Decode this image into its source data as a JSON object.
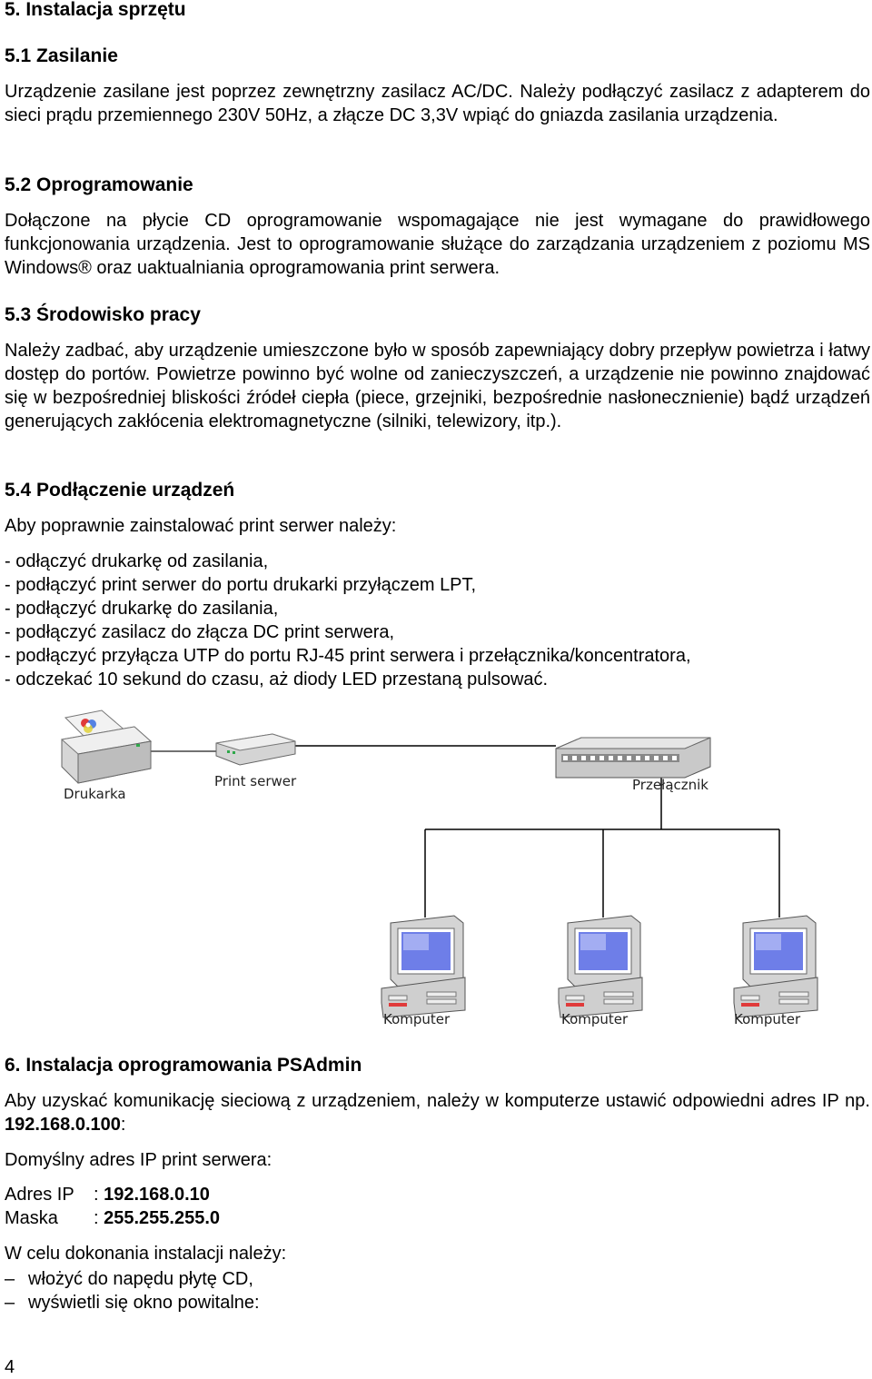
{
  "s5": {
    "title": "5. Instalacja sprzętu",
    "s51": {
      "title": "5.1 Zasilanie",
      "text": "Urządzenie zasilane jest poprzez zewnętrzny zasilacz AC/DC. Należy podłączyć zasilacz z adapterem do sieci prądu przemiennego 230V 50Hz, a złącze DC 3,3V wpiąć do gniazda zasilania urządzenia."
    },
    "s52": {
      "title": "5.2 Oprogramowanie",
      "text": "Dołączone na płycie CD  oprogramowanie wspomagające nie jest wymagane do prawidłowego funkcjonowania urządzenia. Jest to oprogramowanie służące do zarządzania urządzeniem z poziomu MS Windows® oraz uaktualniania oprogramowania print serwera."
    },
    "s53": {
      "title": "5.3 Środowisko pracy",
      "text": "Należy zadbać, aby urządzenie umieszczone było w sposób zapewniający dobry przepływ powietrza i łatwy dostęp do portów. Powietrze powinno być wolne od zanieczyszczeń, a urządzenie nie powinno znajdować się w bezpośredniej bliskości źródeł ciepła (piece, grzejniki, bezpośrednie nasłonecznienie) bądź urządzeń generujących zakłócenia elektromagnetyczne (silniki, telewizory, itp.)."
    },
    "s54": {
      "title": "5.4 Podłączenie urządzeń",
      "intro": "Aby poprawnie zainstalować print serwer należy:",
      "steps": [
        "- odłączyć drukarkę od zasilania,",
        "- podłączyć print serwer do portu drukarki przyłączem LPT,",
        "- podłączyć drukarkę do zasilania,",
        "- podłączyć zasilacz do złącza DC print serwera,",
        "- podłączyć przyłącza UTP do portu RJ-45 print serwera i przełącznika/koncentratora,",
        "- odczekać 10 sekund do czasu, aż diody LED przestaną pulsować."
      ]
    }
  },
  "diagram": {
    "printer": "Drukarka",
    "print_server": "Print serwer",
    "switch": "Przełącznik",
    "computers": [
      "Komputer",
      "Komputer",
      "Komputer"
    ]
  },
  "s6": {
    "title": "6. Instalacja oprogramowania PSAdmin",
    "text_before": "Aby uzyskać komunikację sieciową z urządzeniem, należy w komputerze ustawić odpowiedni adres IP np. ",
    "text_ip": "192.168.0.100",
    "text_after": ":",
    "default_intro": "Domyślny adres IP print serwera:",
    "ip_label": "Adres IP",
    "ip_sep": ": ",
    "ip_value": "192.168.0.10",
    "mask_label": "Maska",
    "mask_sep": ": ",
    "mask_value": "255.255.255.0",
    "install_intro": "W celu dokonania instalacji należy:",
    "dash_mark": "–",
    "install_steps": [
      "włożyć do napędu płytę CD,",
      "wyświetli się okno powitalne:"
    ]
  },
  "page_number": "4"
}
